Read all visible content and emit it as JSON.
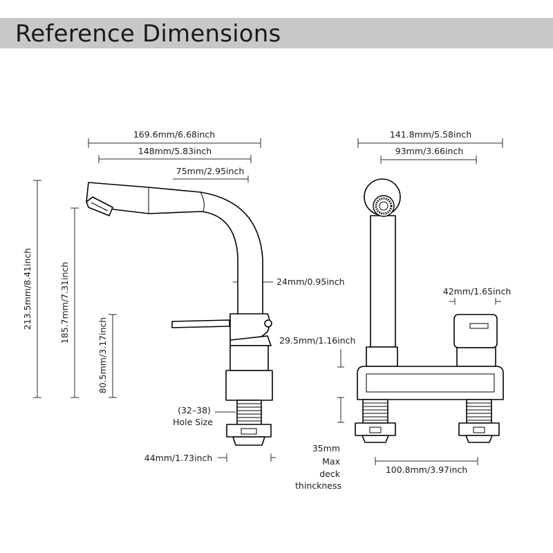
{
  "title": "Reference Dimensions",
  "side_view": {
    "overall_width": "169.6mm/6.68inch",
    "spout_reach": "148mm/5.83inch",
    "spout_offset": "75mm/2.95inch",
    "total_height": "213.5mm/8.41inch",
    "outlet_height": "185.7mm/7.31inch",
    "body_height": "80.5mm/3.17inch",
    "neck_diameter": "24mm/0.95inch",
    "shank_diameter": "44mm/1.73inch",
    "hole_size_range": "(32–38)",
    "hole_size_label": "Hole Size"
  },
  "front_view": {
    "overall_width": "141.8mm/5.58inch",
    "head_width": "93mm/3.66inch",
    "handle_width": "42mm/1.65inch",
    "handle_height": "29.5mm/1.16inch",
    "center_spacing": "100.8mm/3.97inch",
    "deck_thickness": [
      "35mm",
      "Max",
      "deck",
      "thinckness"
    ]
  }
}
